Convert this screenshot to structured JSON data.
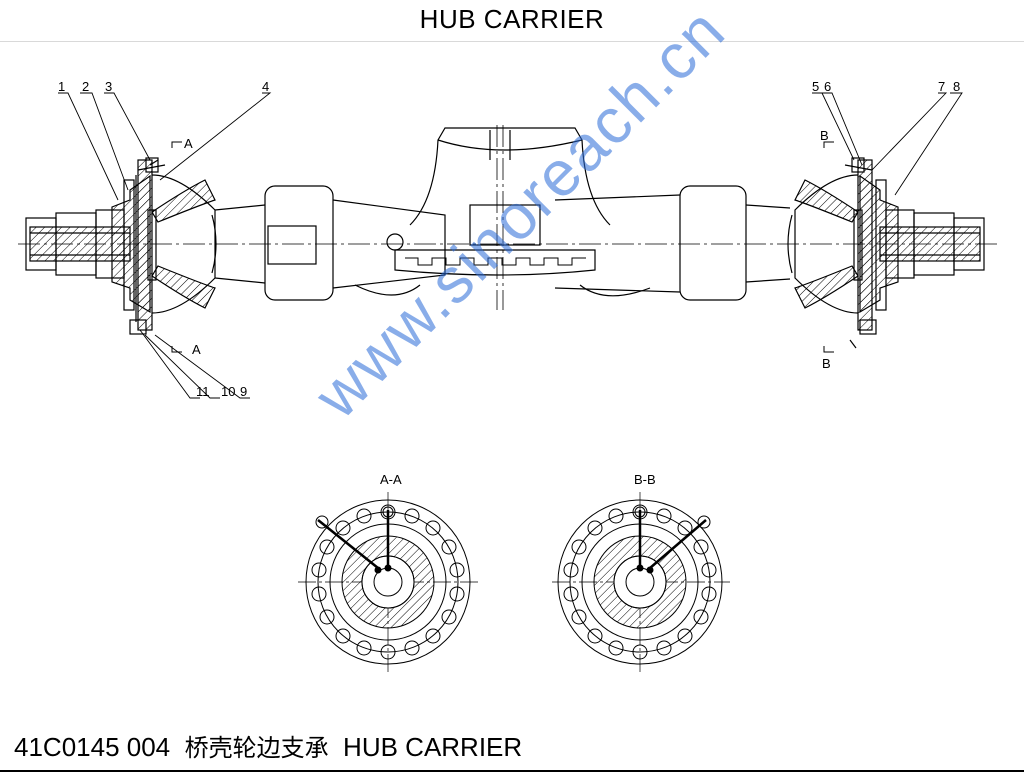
{
  "header": {
    "title": "HUB CARRIER"
  },
  "diagram": {
    "part_numbers": [
      "1",
      "2",
      "3",
      "4",
      "5",
      "6",
      "7",
      "8",
      "9",
      "10",
      "11"
    ],
    "section_markers": {
      "a": "A",
      "b": "B"
    },
    "section_views": [
      "A-A",
      "B-B"
    ]
  },
  "caption": {
    "code": "41C0145 004",
    "chinese_name": "桥壳轮边支承",
    "english_name": "HUB CARRIER"
  },
  "watermark": {
    "text": "www.sinoreach.cn"
  },
  "colors": {
    "line": "#000000",
    "centerline": "#000000",
    "watermark": "#2a6bd8"
  }
}
